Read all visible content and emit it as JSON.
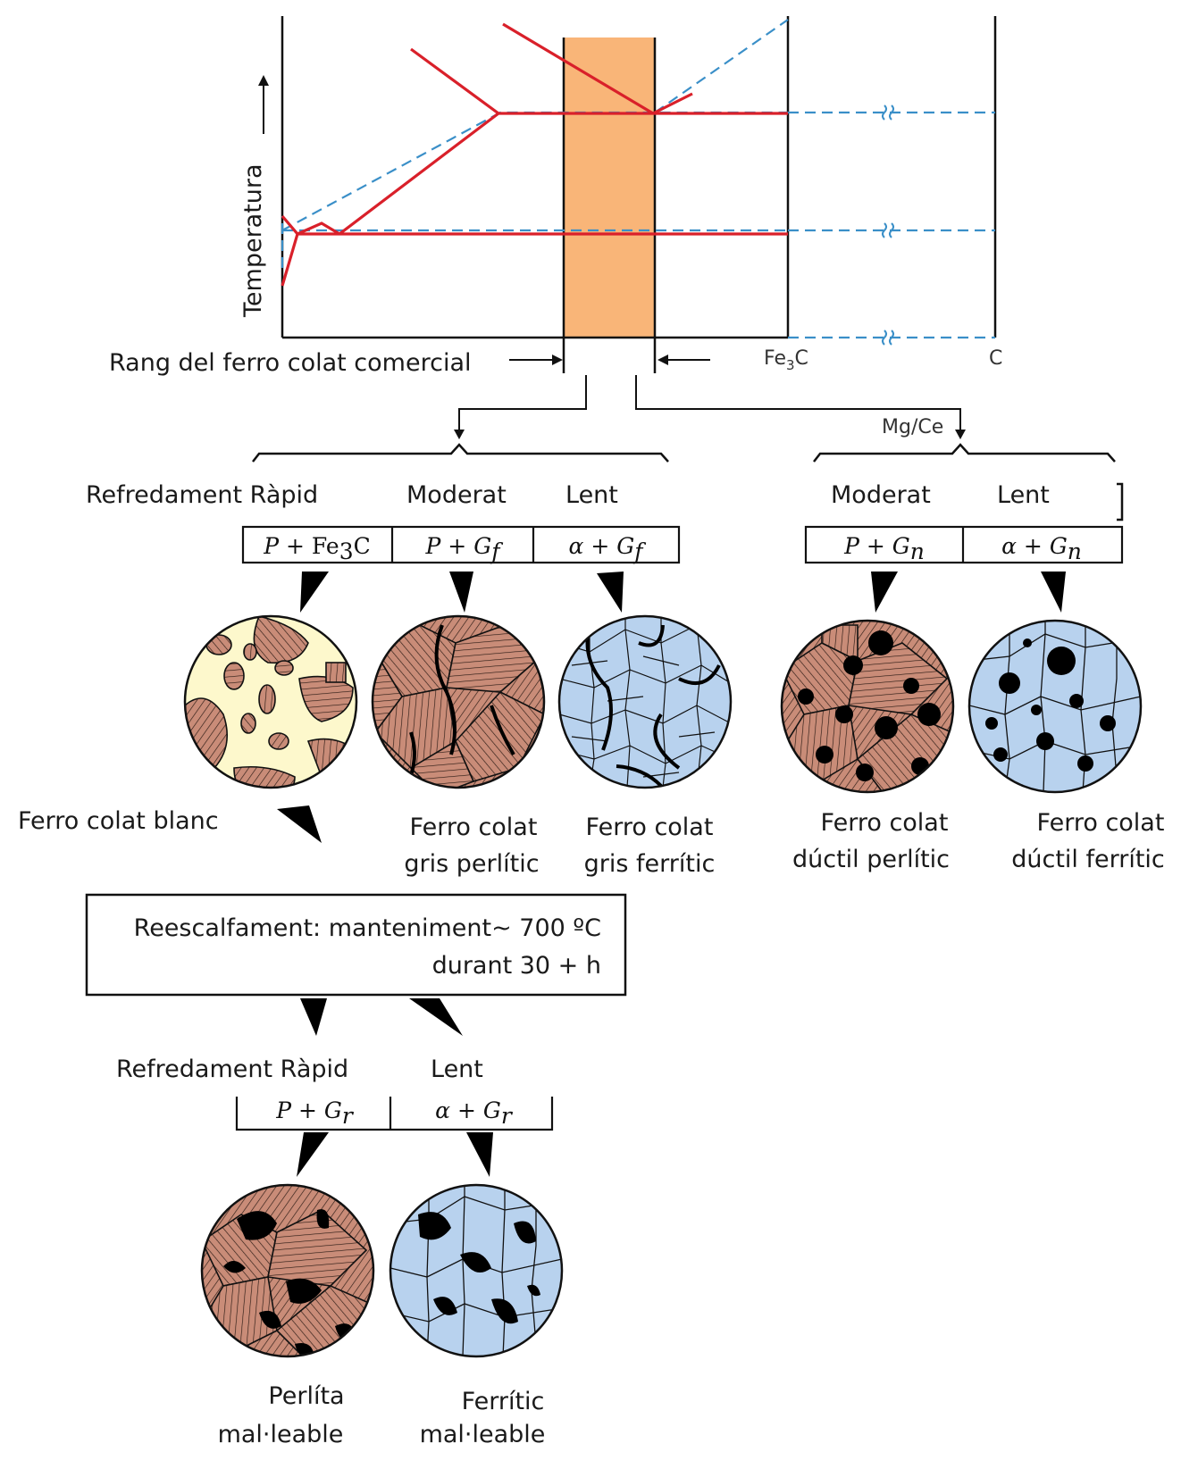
{
  "diagram": {
    "axis_label": "Temperatura",
    "range_label": "Rang del ferro colat comercial",
    "fe3c_label": "Fe3C",
    "c_label": "C",
    "additive_label": "Mg/Ce",
    "gray_branch": {
      "cooling_rapid": "Refredament Ràpid",
      "cooling_moderate": "Moderat",
      "cooling_slow": "Lent",
      "phases": [
        "P + Fe3C",
        "P + Gf",
        "α + Gf"
      ]
    },
    "ductile_branch": {
      "cooling_moderate": "Moderat",
      "cooling_slow": "Lent",
      "phases": [
        "P + Gn",
        "α + Gn"
      ]
    },
    "microstructures": {
      "white": "Ferro colat blanc",
      "gray_pearlitic_1": "Ferro colat",
      "gray_pearlitic_2": "gris perlític",
      "gray_ferritic_1": "Ferro colat",
      "gray_ferritic_2": "gris ferrític",
      "ductile_pearlitic_1": "Ferro colat",
      "ductile_pearlitic_2": "dúctil perlític",
      "ductile_ferritic_1": "Ferro colat",
      "ductile_ferritic_2": "dúctil ferrític"
    },
    "reheat": {
      "line1": "Reescalfament: manteniment~ 700 ºC",
      "line2": "durant 30 + h"
    },
    "malleable_branch": {
      "cooling_rapid": "Refredament Ràpid",
      "cooling_slow": "Lent",
      "phases": [
        "P + Gr",
        "α + Gr"
      ],
      "pearlitic_1": "Perlíta",
      "pearlitic_2": "mal·leable",
      "ferritic_1": "Ferrític",
      "ferritic_2": "mal·leable"
    },
    "colors": {
      "red_line": "#d9202a",
      "blue_dash": "#3a8fc8",
      "orange_band": "#f9b578",
      "pearlite": "#c98c78",
      "ferrite": "#b8d2ee",
      "cementite": "#fdf8cc",
      "graphite": "#000000"
    }
  }
}
